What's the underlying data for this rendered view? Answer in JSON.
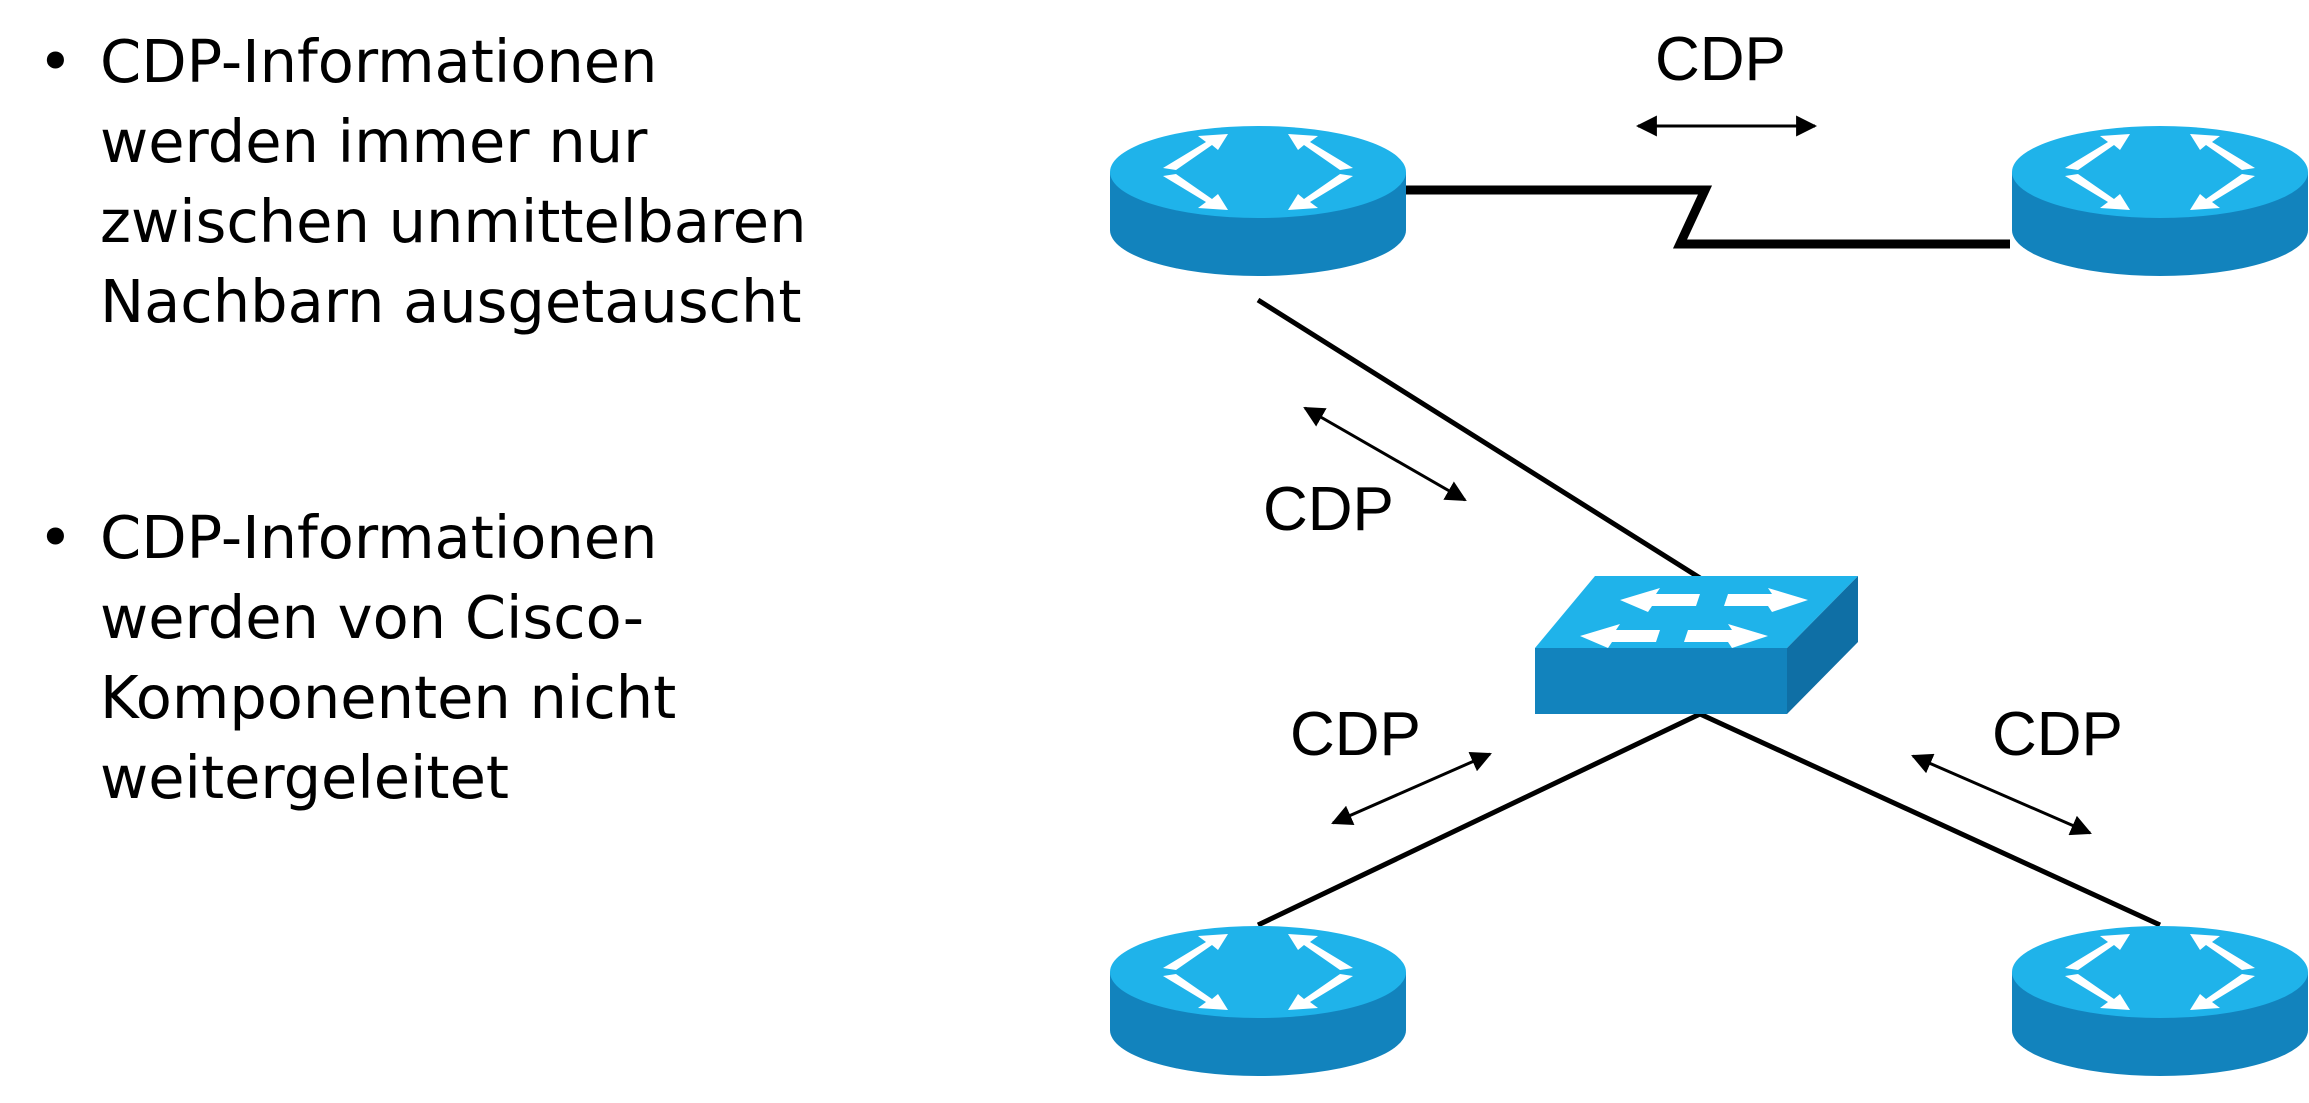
{
  "bullets": [
    "CDP-Informationen\nwerden immer nur\nzwischen unmittelbaren\nNachbarn ausgetauscht",
    "CDP-Informationen\nwerden von Cisco-\nKomponenten nicht\nweitergeleitet"
  ],
  "diagram": {
    "nodes": [
      {
        "id": "router-top-left",
        "type": "router"
      },
      {
        "id": "router-top-right",
        "type": "router"
      },
      {
        "id": "switch-center",
        "type": "switch"
      },
      {
        "id": "router-bottom-left",
        "type": "router"
      },
      {
        "id": "router-bottom-right",
        "type": "router"
      }
    ],
    "links": [
      {
        "from": "router-top-left",
        "to": "router-top-right",
        "style": "serial"
      },
      {
        "from": "router-top-left",
        "to": "switch-center",
        "style": "ethernet"
      },
      {
        "from": "switch-center",
        "to": "router-bottom-left",
        "style": "ethernet"
      },
      {
        "from": "switch-center",
        "to": "router-bottom-right",
        "style": "ethernet"
      }
    ],
    "labels": {
      "top": "CDP",
      "middle_left": "CDP",
      "bottom_left": "CDP",
      "bottom_right": "CDP"
    },
    "colors": {
      "device_top": "#1fb3ea",
      "device_side": "#1283bd",
      "line": "#000000",
      "arrow_glyph": "#ffffff"
    }
  }
}
